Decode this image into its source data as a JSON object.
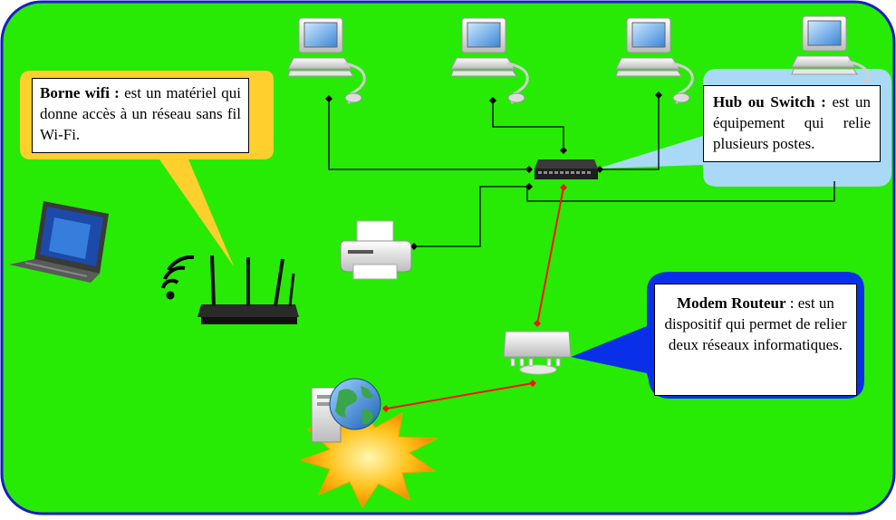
{
  "colors": {
    "background": "#27eb04",
    "border": "#1c1cc8",
    "wifi_bubble": "#ffcf2e",
    "hub_bubble": "#a9d9f7",
    "modem_bubble": "#0a2fe8",
    "link_red": "#ff1010",
    "link_black": "#000000"
  },
  "icons": [
    "computer-icon",
    "switch-icon",
    "printer-icon",
    "laptop-icon",
    "wifi-router-icon",
    "modem-router-icon",
    "server-globe-icon",
    "explosion-icon"
  ],
  "callouts": {
    "wifi": {
      "term": "Borne wifi :",
      "text": " est un matériel qui donne accès à un réseau sans fil Wi-Fi."
    },
    "hub": {
      "term": "Hub ou Switch :",
      "text": " est un équipement qui relie plusieurs postes."
    },
    "modem": {
      "term": "Modem Routeur",
      "text": " : est un dispositif qui permet de relier deux réseaux informatiques."
    }
  }
}
